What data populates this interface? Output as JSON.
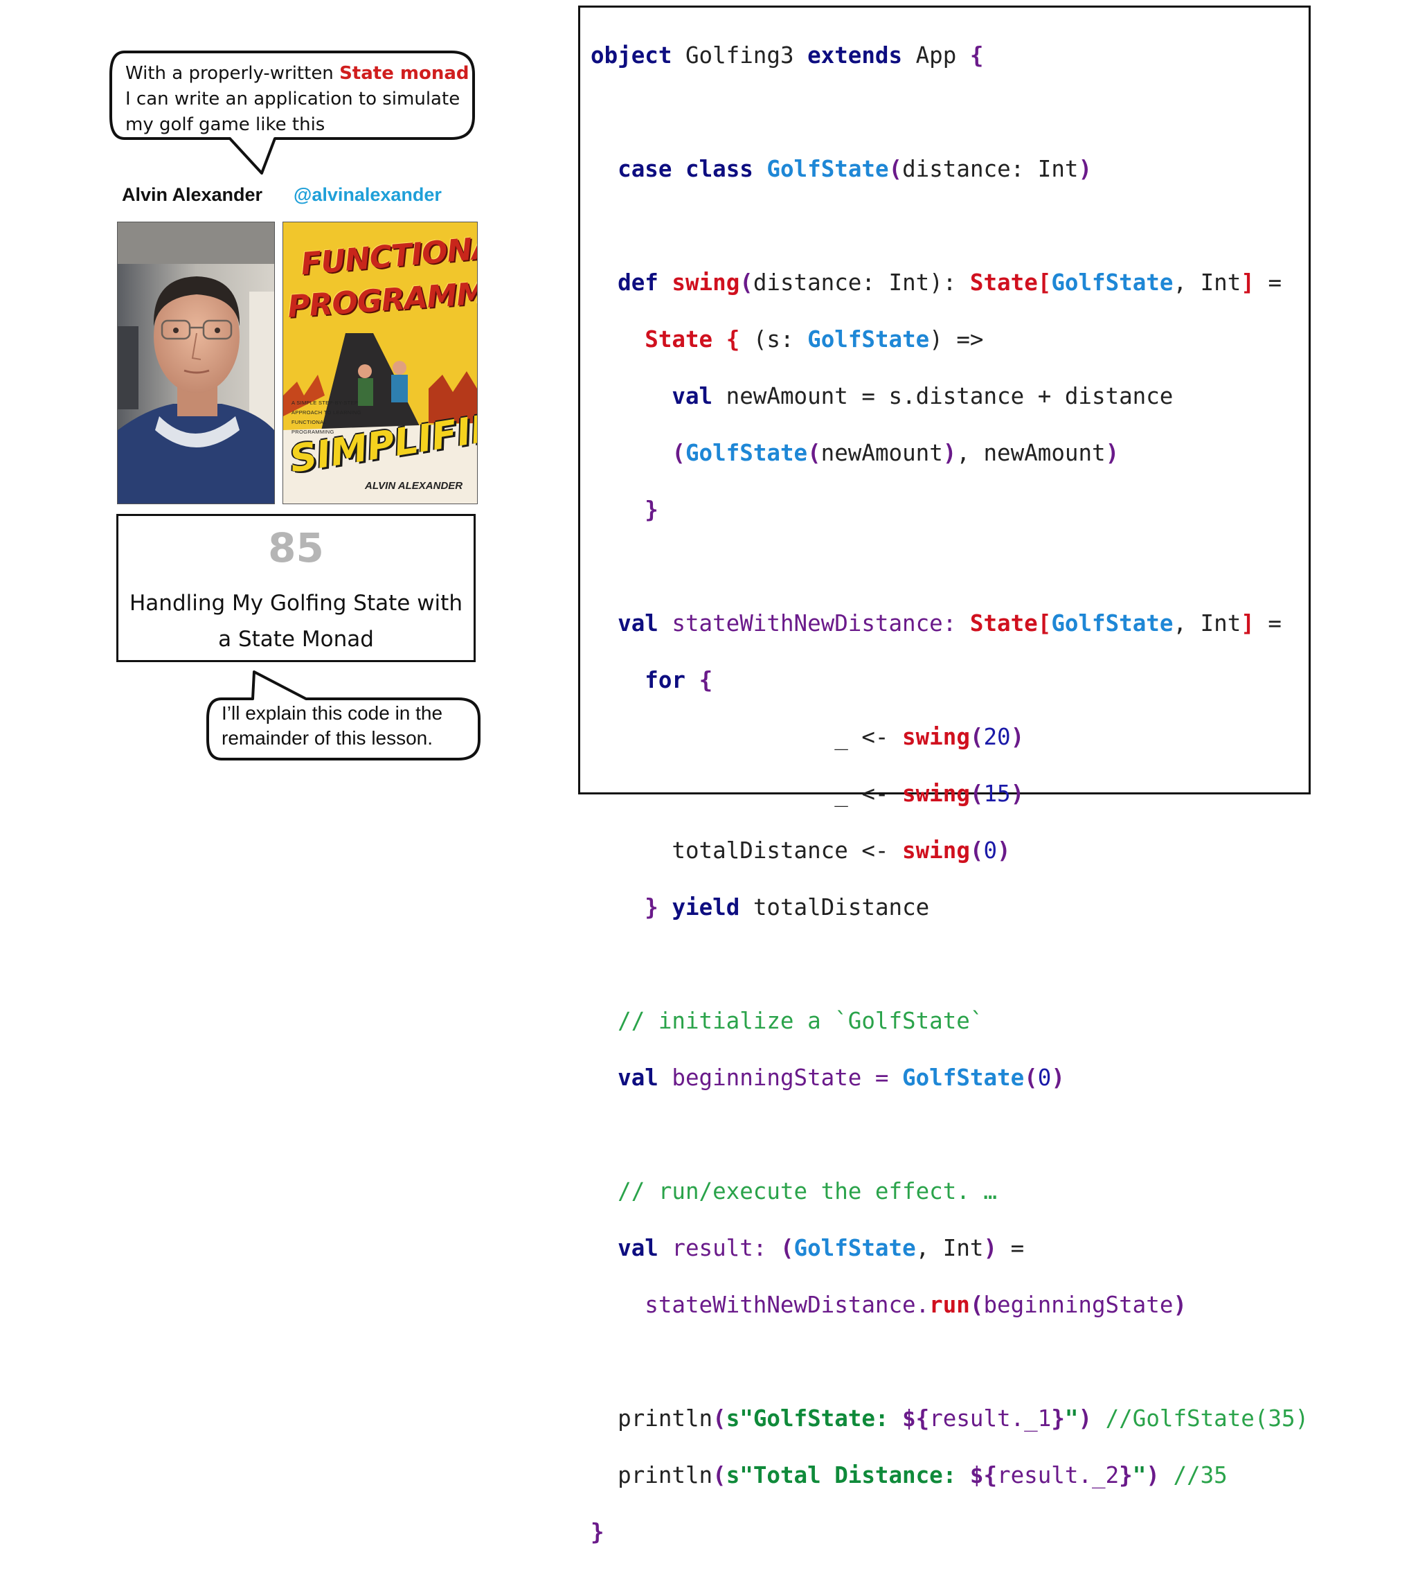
{
  "speech_top": {
    "text_before": "With a properly-written ",
    "highlight": "State monad",
    "text_after": " I can write an application to simulate my golf game like this"
  },
  "author": {
    "name": "Alvin Alexander",
    "handle": "@alvinalexander"
  },
  "book": {
    "title_line1": "FUNCTIONAL",
    "title_line2": "PROGRAMMING",
    "tagline": "A SIMPLE STEP-BY-STEP APPROACH TO LEARNING FUNCTIONAL PROGRAMMING",
    "title_line3": "SIMPLIFIED",
    "author": "ALVIN ALEXANDER"
  },
  "lesson": {
    "number": "85",
    "title": "Handling My Golfing State with a State Monad"
  },
  "speech_bottom": {
    "text": "I’ll explain this code in the remainder of this lesson."
  },
  "code": {
    "l01": [
      "object",
      " Golfing3 ",
      "extends",
      " App ",
      "{"
    ],
    "l03": [
      "  ",
      "case",
      " ",
      "class",
      " ",
      "GolfState",
      "(",
      "distance: Int",
      ")"
    ],
    "l05": [
      "  ",
      "def",
      " ",
      "swing",
      "(",
      "distance: Int",
      "): ",
      "State",
      "[",
      "GolfState",
      ", Int",
      "]",
      " ="
    ],
    "l06": [
      "    ",
      "State",
      " ",
      "{",
      " (s: ",
      "GolfState",
      ") =>"
    ],
    "l07": [
      "      ",
      "val",
      " newAmount = s.distance + distance"
    ],
    "l08": [
      "      ",
      "(",
      "GolfState",
      "(",
      "newAmount",
      ")",
      ", newAmount",
      ")"
    ],
    "l09": [
      "    ",
      "}"
    ],
    "l11": [
      "  ",
      "val",
      " stateWithNewDistance: ",
      "State",
      "[",
      "GolfState",
      ", Int",
      "]",
      " ="
    ],
    "l12": [
      "    ",
      "for",
      " ",
      "{"
    ],
    "l13": [
      "                  _ <- ",
      "swing",
      "(",
      "20",
      ")"
    ],
    "l14": [
      "                  _ <- ",
      "swing",
      "(",
      "15",
      ")"
    ],
    "l15": [
      "      totalDistance <- ",
      "swing",
      "(",
      "0",
      ")"
    ],
    "l16": [
      "    ",
      "}",
      " ",
      "yield",
      " totalDistance"
    ],
    "l18": [
      "  // initialize a `GolfState`"
    ],
    "l19": [
      "  ",
      "val",
      " beginningState = ",
      "GolfState",
      "(",
      "0",
      ")"
    ],
    "l21": [
      "  // run/execute the effect. …"
    ],
    "l22": [
      "  ",
      "val",
      " result: ",
      "(",
      "GolfState",
      ", Int",
      ")",
      " ="
    ],
    "l23": [
      "    stateWithNewDistance.",
      "run",
      "(",
      "beginningState",
      ")"
    ],
    "l25": [
      "  println",
      "(",
      "s\"GolfState: ",
      "${",
      "result._1",
      "}",
      "\"",
      ")",
      " //GolfState(35)"
    ],
    "l26": [
      "  println",
      "(",
      "s\"Total Distance: ",
      "${",
      "result._2",
      "}",
      "\"",
      ")",
      " //35"
    ],
    "l27": [
      "}"
    ]
  },
  "colors": {
    "keyword": "#0d0d80",
    "type": "#1e87d6",
    "state": "#d0101e",
    "bracket": "#6a1a8a",
    "comment": "#2aa34a",
    "handle": "#1e9fd8"
  }
}
